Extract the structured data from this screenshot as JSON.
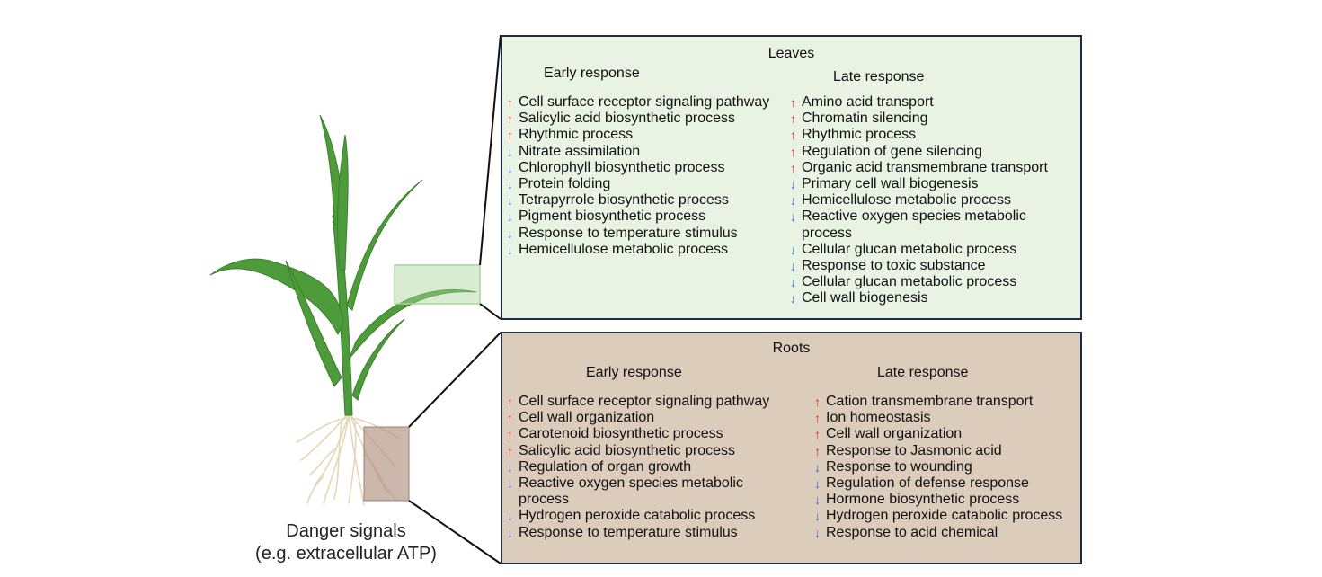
{
  "colors": {
    "leaves_bg": "#e9f3e3",
    "roots_bg": "#dcccbc",
    "panel_border": "#1f2a44",
    "up_arrow": "#e8282b",
    "down_arrow": "#2f6fd6",
    "leaf_green": "#4a9a3a",
    "root_tan": "#e8d9bd"
  },
  "caption": {
    "line1": "Danger signals",
    "line2": "(e.g. extracellular ATP)"
  },
  "leaves": {
    "title": "Leaves",
    "early": {
      "heading": "Early response",
      "items": [
        {
          "dir": "up",
          "text": "Cell surface receptor signaling pathway"
        },
        {
          "dir": "up",
          "text": "Salicylic acid biosynthetic process"
        },
        {
          "dir": "up",
          "text": "Rhythmic process"
        },
        {
          "dir": "down",
          "text": "Nitrate assimilation"
        },
        {
          "dir": "down",
          "text": "Chlorophyll biosynthetic process"
        },
        {
          "dir": "down",
          "text": "Protein folding"
        },
        {
          "dir": "down",
          "text": "Tetrapyrrole biosynthetic process"
        },
        {
          "dir": "down",
          "text": "Pigment biosynthetic process"
        },
        {
          "dir": "down",
          "text": "Response to temperature stimulus"
        },
        {
          "dir": "down",
          "text": "Hemicellulose metabolic process"
        }
      ]
    },
    "late": {
      "heading": "Late response",
      "items": [
        {
          "dir": "up",
          "text": "Amino acid transport"
        },
        {
          "dir": "up",
          "text": "Chromatin silencing"
        },
        {
          "dir": "up",
          "text": "Rhythmic process"
        },
        {
          "dir": "up",
          "text": "Regulation of gene silencing"
        },
        {
          "dir": "up",
          "text": "Organic acid transmembrane transport"
        },
        {
          "dir": "down",
          "text": "Primary cell wall biogenesis"
        },
        {
          "dir": "down",
          "text": "Hemicellulose metabolic process"
        },
        {
          "dir": "down",
          "text": "Reactive oxygen species metabolic",
          "cont": "process"
        },
        {
          "dir": "down",
          "text": "Cellular glucan metabolic process"
        },
        {
          "dir": "down",
          "text": "Response to toxic substance"
        },
        {
          "dir": "down",
          "text": "Cellular glucan metabolic process"
        },
        {
          "dir": "down",
          "text": "Cell wall biogenesis"
        }
      ]
    }
  },
  "roots": {
    "title": "Roots",
    "early": {
      "heading": "Early response",
      "items": [
        {
          "dir": "up",
          "text": "Cell surface receptor signaling pathway"
        },
        {
          "dir": "up",
          "text": "Cell wall organization"
        },
        {
          "dir": "up",
          "text": "Carotenoid biosynthetic process"
        },
        {
          "dir": "up",
          "text": "Salicylic acid biosynthetic process"
        },
        {
          "dir": "down",
          "text": "Regulation of organ growth"
        },
        {
          "dir": "down",
          "text": "Reactive oxygen species metabolic",
          "cont": "process"
        },
        {
          "dir": "down",
          "text": "Hydrogen peroxide catabolic process"
        },
        {
          "dir": "down",
          "text": "Response to temperature stimulus"
        }
      ]
    },
    "late": {
      "heading": "Late response",
      "items": [
        {
          "dir": "up",
          "text": "Cation transmembrane transport"
        },
        {
          "dir": "up",
          "text": "Ion homeostasis"
        },
        {
          "dir": "up",
          "text": "Cell wall organization"
        },
        {
          "dir": "up",
          "text": "Response to Jasmonic acid"
        },
        {
          "dir": "down",
          "text": "Response to wounding"
        },
        {
          "dir": "down",
          "text": "Regulation of defense response"
        },
        {
          "dir": "down",
          "text": "Hormone biosynthetic process"
        },
        {
          "dir": "down",
          "text": "Hydrogen peroxide catabolic process"
        },
        {
          "dir": "down",
          "text": "Response to acid chemical"
        }
      ]
    }
  }
}
